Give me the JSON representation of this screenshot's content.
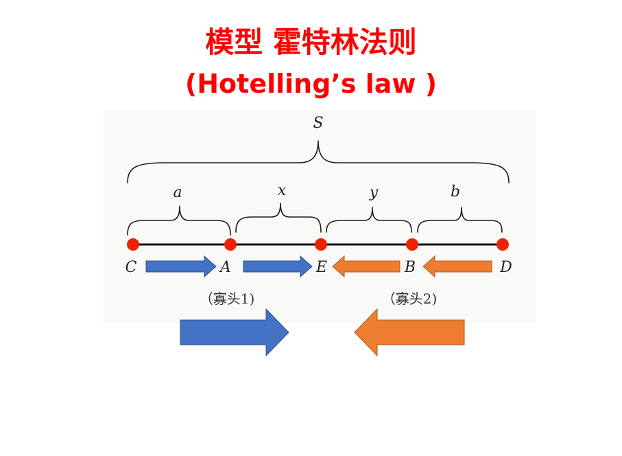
{
  "title": {
    "line1": "模型 霍特林法则",
    "line2": "(Hotelling’s law )"
  },
  "diagram": {
    "total_label": "S",
    "segment_labels": [
      "a",
      "x",
      "y",
      "b"
    ],
    "point_labels": [
      "C",
      "A",
      "E",
      "B",
      "D"
    ],
    "captions": [
      "（寡头1)",
      "（寡头2)"
    ],
    "colors": {
      "title": "#ff0000",
      "point": "#ee2200",
      "firm1_arrow": "#4472c4",
      "firm2_arrow": "#ed7d31",
      "line": "#111111"
    }
  }
}
